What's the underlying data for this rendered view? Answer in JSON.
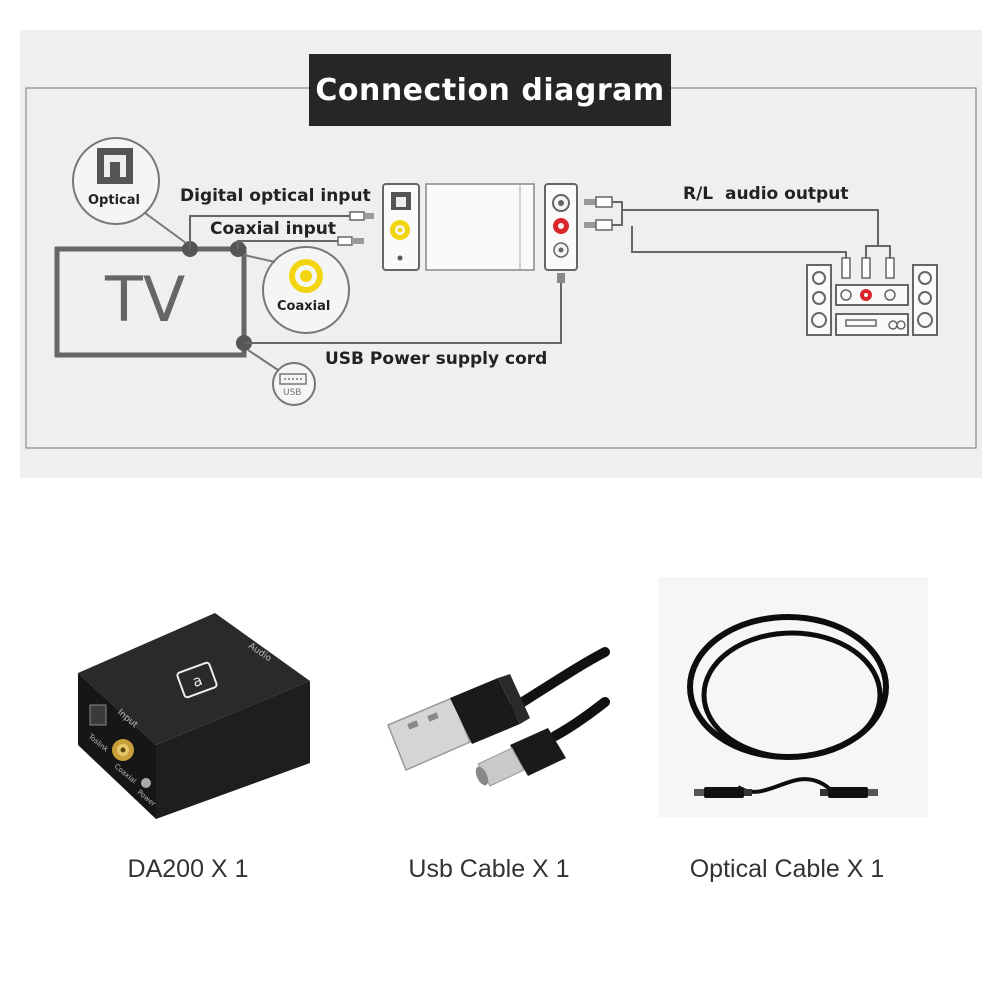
{
  "diagram": {
    "title": "Connection diagram",
    "tv_label": "TV",
    "optical_icon_label": "Optical",
    "coaxial_icon_label": "Coaxial",
    "usb_icon_label": "USB",
    "digital_optical_input": "Digital optical input",
    "coaxial_input": "Coaxial input",
    "usb_power_cord": "USB Power supply cord",
    "rl_audio_output": "R/L  audio output"
  },
  "products": [
    {
      "caption": "DA200 X 1",
      "icon": "converter-box"
    },
    {
      "caption": "Usb Cable X 1",
      "icon": "usb-cable"
    },
    {
      "caption": "Optical Cable X 1",
      "icon": "optical-cable"
    }
  ],
  "device_labels": {
    "top": "Audio",
    "input": "Input",
    "toslink": "Toslink",
    "coaxial": "Coaxial",
    "power": "Power"
  },
  "colors": {
    "title_bg": "#262626",
    "panel_bg": "#efefef",
    "line": "#666666",
    "coax_yellow": "#f2d40f",
    "rca_red": "#d9262a"
  }
}
